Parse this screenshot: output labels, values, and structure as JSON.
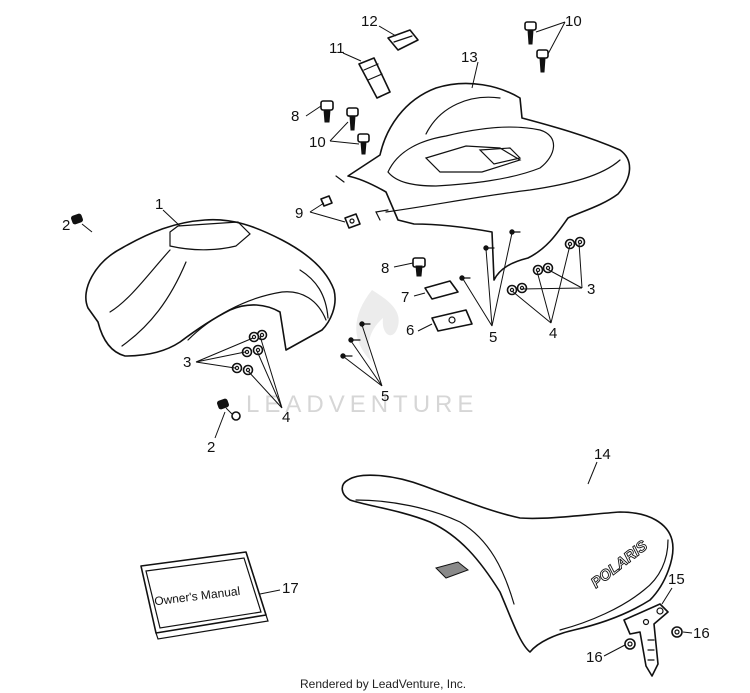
{
  "diagram": {
    "callouts": {
      "c1": "1",
      "c2a": "2",
      "c2b": "2",
      "c3a": "3",
      "c3b": "3",
      "c4a": "4",
      "c4b": "4",
      "c5a": "5",
      "c5b": "5",
      "c6": "6",
      "c7": "7",
      "c8a": "8",
      "c8b": "8",
      "c9": "9",
      "c10a": "10",
      "c10b": "10",
      "c11": "11",
      "c12": "12",
      "c13": "13",
      "c14": "14",
      "c15": "15",
      "c16a": "16",
      "c16b": "16",
      "c17": "17"
    },
    "manual_label": "Owner's Manual",
    "seat_brand": "POLARIS",
    "watermark": "LEADVENTURE",
    "footer": "Rendered by LeadVenture, Inc."
  },
  "colors": {
    "line": "#111111",
    "watermark": "#d6d6d6",
    "background": "#ffffff"
  }
}
